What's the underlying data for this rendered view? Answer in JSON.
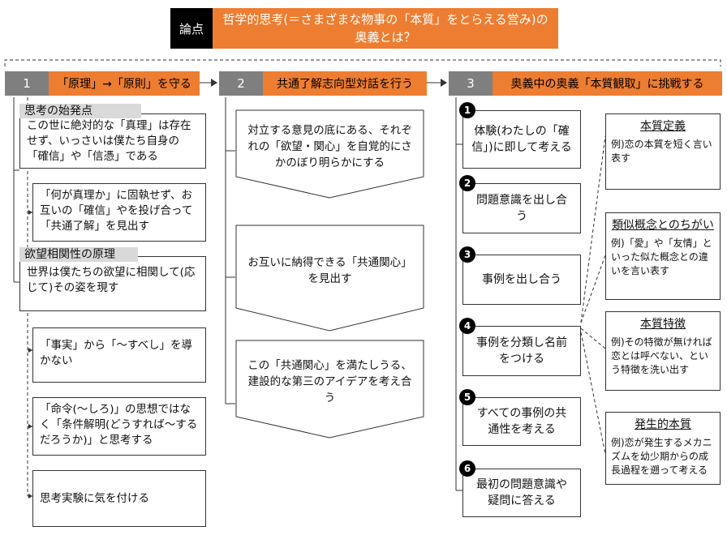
{
  "header": {
    "tag": "論点",
    "title": "哲学的思考(＝さまざまな物事の「本質」をとらえる営み)の奥義とは？"
  },
  "columns": [
    {
      "number": "1",
      "heading": "「原理」→「原則」を守る"
    },
    {
      "number": "2",
      "heading": "共通了解志向型対話を行う"
    },
    {
      "number": "3",
      "heading": "奥義中の奥義「本質観取」に挑戦する"
    }
  ],
  "col1": {
    "label1": "思考の始発点",
    "box1": "この世に絶対的な「真理」は存在せず、いっさいは僕たち自身の「確信」や「信憑」である",
    "rule1": "「何が真理か」に固執せず、お互いの「確信」やを投げ合って「共通了解」を見出す",
    "label2": "欲望相関性の原理",
    "box2": "世界は僕たちの欲望に相関して(応じて)その姿を現す",
    "rule2": "「事実」から「～すべし」を導かない",
    "rule3": "「命令(～しろ)」の思想ではなく「条件解明(どうすれば～するだろうか)」と思考する",
    "rule4": "思考実験に気を付ける"
  },
  "col2": {
    "items": [
      "対立する意見の底にある、それぞれの「欲望・関心」を自覚的にさかのぼり明らかにする",
      "お互いに納得できる「共通関心」を見出す",
      "この「共通関心」を満たしうる、建設的な第三のアイデアを考え合う"
    ]
  },
  "col3": {
    "steps": [
      {
        "num": "1",
        "text": "体験(わたしの「確信」)に即して考える"
      },
      {
        "num": "2",
        "text": "問題意識を出し合う"
      },
      {
        "num": "3",
        "text": "事例を出し合う"
      },
      {
        "num": "4",
        "text": "事例を分類し名前をつける"
      },
      {
        "num": "5",
        "text": "すべての事例の共通性を考える"
      },
      {
        "num": "6",
        "text": "最初の問題意識や疑問に答える"
      }
    ],
    "notes": [
      {
        "title": "本質定義",
        "body": "例)恋の本質を短く言い表す"
      },
      {
        "title": "類似概念とのちがい",
        "body": "例)「愛」や「友情」といった似た概念との違いを言い表す"
      },
      {
        "title": "本質特徴",
        "body": "例)その特徴が無ければ恋とは呼べない、という特徴を洗い出す"
      },
      {
        "title": "発生的本質",
        "body": "例)恋が発生するメカニズムを幼少期からの成長過程を遡って考える"
      }
    ]
  }
}
